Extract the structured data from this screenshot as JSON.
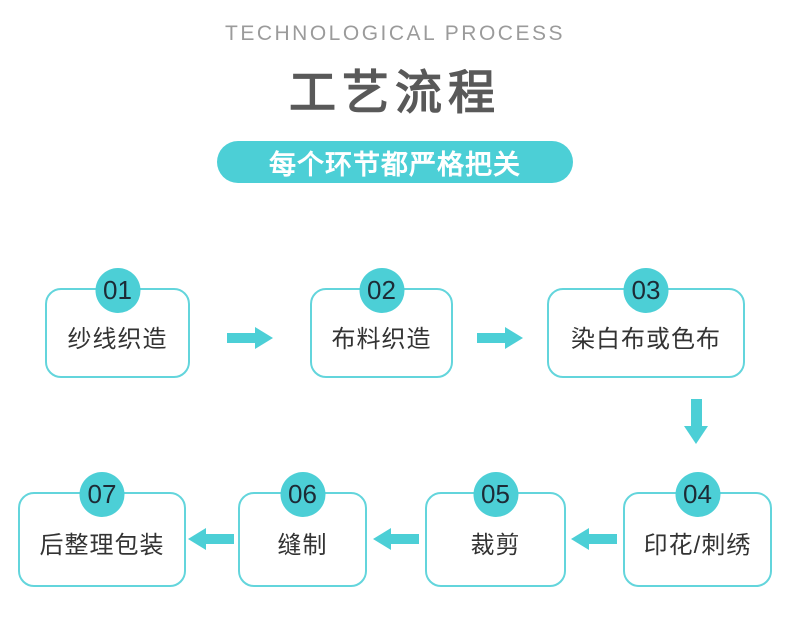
{
  "header": {
    "eyebrow": "TECHNOLOGICAL PROCESS",
    "title": "工艺流程",
    "banner_label": "每个环节都严格把关"
  },
  "flow": {
    "steps": [
      {
        "num": "01",
        "label": "纱线织造"
      },
      {
        "num": "02",
        "label": "布料织造"
      },
      {
        "num": "03",
        "label": "染白布或色布"
      },
      {
        "num": "04",
        "label": "印花/刺绣"
      },
      {
        "num": "05",
        "label": "裁剪"
      },
      {
        "num": "06",
        "label": "缝制"
      },
      {
        "num": "07",
        "label": "后整理包装"
      }
    ],
    "arrows": [
      "right",
      "right",
      "down",
      "left",
      "left",
      "left"
    ]
  },
  "colors": {
    "teal": "#4ccfd6",
    "box_border": "#63d5dc",
    "number_text": "#1d2b36",
    "box_text": "#333333",
    "title_text": "#595959",
    "eyebrow_text": "#9b9b9b",
    "banner_text": "#ffffff"
  }
}
